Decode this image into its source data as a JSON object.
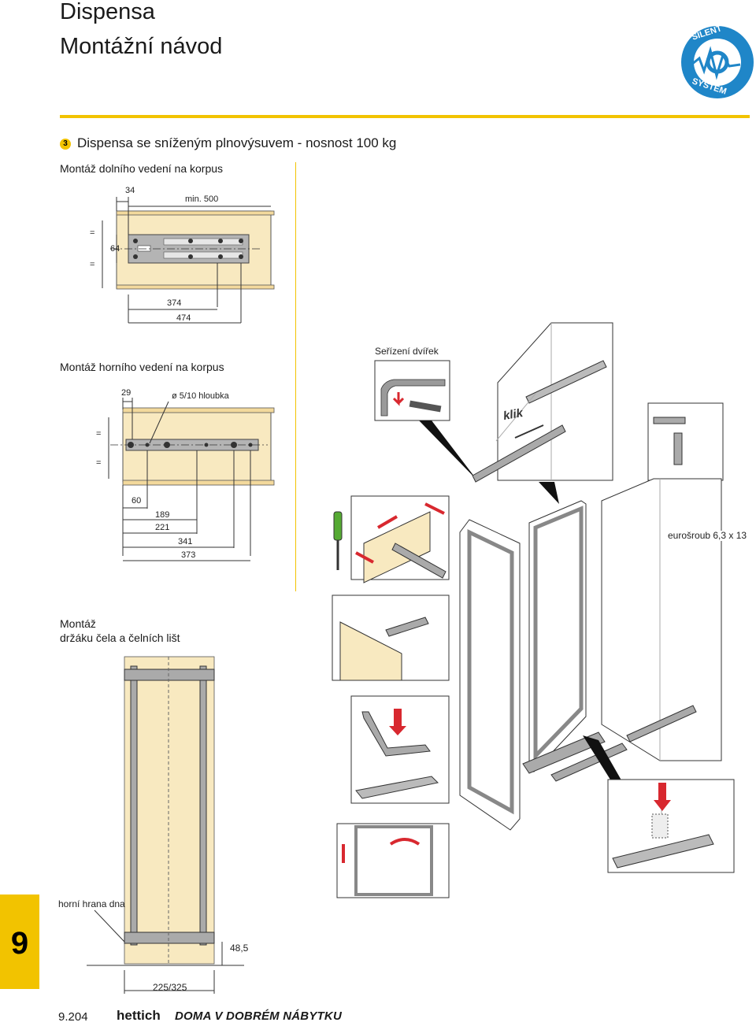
{
  "header": {
    "title_line1": "Dispensa",
    "title_line2": "Montážní návod",
    "logo_text_top": "SILENT",
    "logo_text_bottom": "SYSTEM"
  },
  "step": {
    "number": "3",
    "title": "Dispensa se sníženým plnovýsuvem - nosnost 100 kg"
  },
  "lower_guide": {
    "heading": "Montáž dolního vedení na korpus",
    "dims": {
      "d34": "34",
      "min500": "min. 500",
      "eq_top": "=",
      "eq_bottom": "=",
      "d64": "64",
      "d374": "374",
      "d474": "474"
    }
  },
  "upper_guide": {
    "heading": "Montáž horního vedení na korpus",
    "dims": {
      "d29": "29",
      "hole": "ø 5/10 hloubka",
      "eq_top": "=",
      "eq_bottom": "=",
      "d60": "60",
      "d189": "189",
      "d221": "221",
      "d341": "341",
      "d373": "373"
    }
  },
  "door_adjust": {
    "label": "Seřízení dvířek"
  },
  "click_label": "klik",
  "screw_label": "eurošroub 6,3 x 13",
  "holder": {
    "heading_line1": "Montáž",
    "heading_line2": "držáku čela a čelních lišt",
    "bottom_edge": "horní hrana dna",
    "d485": "48,5",
    "d225": "225/325"
  },
  "footer": {
    "chapter": "9",
    "page": "9.204",
    "brand": "hettich",
    "slogan": "DOMA V DOBRÉM NÁBYTKU"
  },
  "colors": {
    "accent": "#f2c300",
    "panel": "#f8e9c0",
    "metal": "#9a9a9a",
    "arrow": "#d8282f"
  }
}
